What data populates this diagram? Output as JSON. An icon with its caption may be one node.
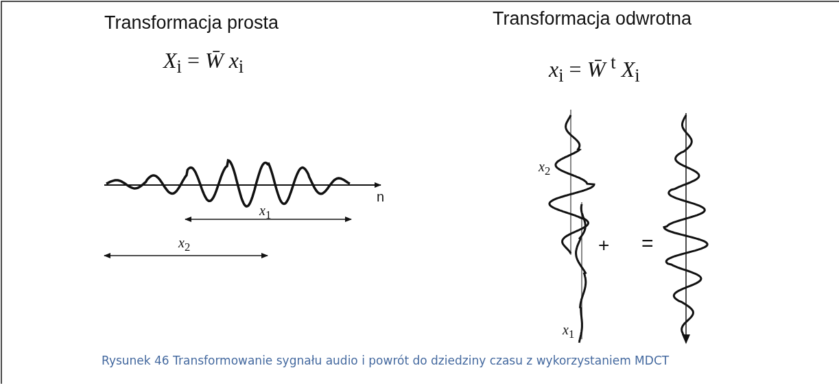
{
  "diagram": {
    "caption": "Rysunek 46 Transformowanie sygnału audio i powrót do dziedziny czasu z wykorzystaniem MDCT",
    "labels": [
      "Transformacja prosta",
      "Transformacja odwrotna",
      "*X*$_{i}$ = *W̄* *x*$_{i}$",
      "*x*$_{i}$ = *W̄* $^{t}$ *X*$_{i}$",
      "*x*$_{2}$",
      "n",
      "*x*$_{1}$",
      "+",
      "=",
      "*x*$_{2}$",
      "*x*$_{1}$"
    ]
  }
}
